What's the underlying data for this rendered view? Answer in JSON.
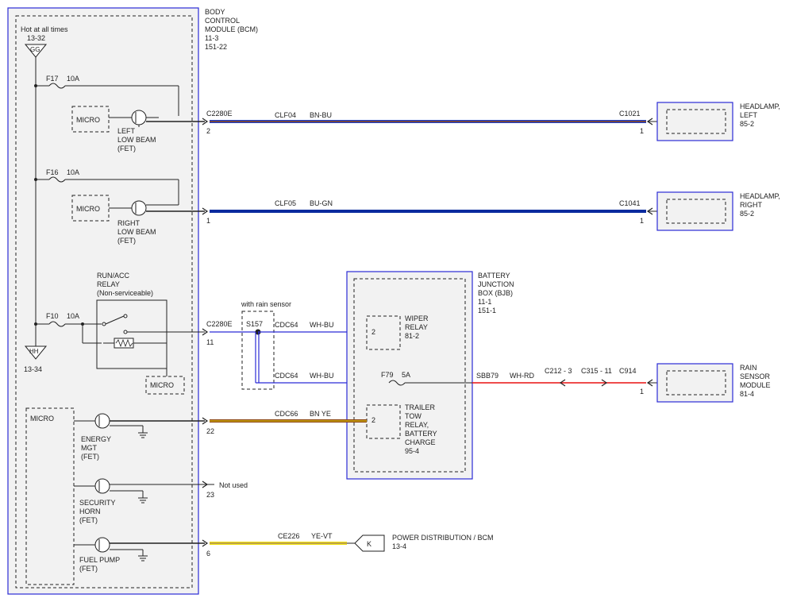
{
  "bcm": {
    "lines": [
      "BODY",
      "CONTROL",
      "MODULE (BCM)",
      "11-3",
      "151-22"
    ]
  },
  "power": {
    "hot_label": "Hot at all times",
    "top_ref": "13-32",
    "top_conn": "GG",
    "bottom_conn": "HH",
    "bottom_ref": "13-34"
  },
  "fuses": {
    "f17": "F17",
    "f17_rating": "10A",
    "f16": "F16",
    "f16_rating": "10A",
    "f10": "F10",
    "f10_rating": "10A",
    "f79": "F79",
    "f79_rating": "5A"
  },
  "micro_label": "MICRO",
  "fets": {
    "left_low_beam": [
      "LEFT",
      "LOW BEAM",
      "(FET)"
    ],
    "right_low_beam": [
      "RIGHT",
      "LOW BEAM",
      "(FET)"
    ],
    "energy_mgt": [
      "ENERGY",
      "MGT",
      "(FET)"
    ],
    "security_horn": [
      "SECURITY",
      "HORN",
      "(FET)"
    ],
    "fuel_pump": [
      "FUEL PUMP",
      "(FET)"
    ]
  },
  "relay": {
    "lines": [
      "RUN/ACC",
      "RELAY",
      "(Non-serviceable)"
    ]
  },
  "connectors": {
    "c2280e_top": "C2280E",
    "c2280e_mid": "C2280E",
    "pin_2": "2",
    "pin_1": "1",
    "pin_11": "11",
    "pin_22": "22",
    "pin_23": "23",
    "pin_6": "6",
    "not_used": "Not used",
    "c1021": "C1021",
    "c1021_pin": "1",
    "c1041": "C1041",
    "c1041_pin": "1",
    "c914": "C914",
    "c914_pin": "1",
    "c212": "C212 - 3",
    "c315": "C315 - 11"
  },
  "circuits": {
    "clf04": "CLF04",
    "clf04_color": "BN-BU",
    "clf05": "CLF05",
    "clf05_color": "BU-GN",
    "cdc64_top": "CDC64",
    "cdc64_top_color": "WH-BU",
    "cdc64_bottom": "CDC64",
    "cdc64_bottom_color": "WH-BU",
    "sbb79": "SBB79",
    "sbb79_color": "WH-RD",
    "cdc66": "CDC66",
    "cdc66_color": "BN YE",
    "ce226": "CE226",
    "ce226_color": "YE-VT"
  },
  "splice": {
    "option_label": "with rain sensor",
    "name": "S157"
  },
  "bjb": {
    "lines": [
      "BATTERY",
      "JUNCTION",
      "BOX (BJB)",
      "11-1",
      "151-1"
    ],
    "wiper_relay_pin": "2",
    "wiper_relay": [
      "WIPER",
      "RELAY",
      "81-2"
    ],
    "trailer_relay_pin": "2",
    "trailer_relay": [
      "TRAILER",
      "TOW",
      "RELAY,",
      "BATTERY",
      "CHARGE",
      "95-4"
    ]
  },
  "headlamp_left": [
    "HEADLAMP,",
    "LEFT",
    "85-2"
  ],
  "headlamp_right": [
    "HEADLAMP,",
    "RIGHT",
    "85-2"
  ],
  "rain_sensor": [
    "RAIN",
    "SENSOR",
    "MODULE",
    "81-4"
  ],
  "power_dist": {
    "conn": "K",
    "lines": [
      "POWER DISTRIBUTION / BCM",
      "13-4"
    ]
  },
  "colors": {
    "module_outline": "#2b2bd6",
    "module_fill": "#f2f2f2",
    "brown": "#8b4513",
    "blue": "#1c3fd0",
    "dark_blue": "#0a2a9e",
    "red": "#e81010",
    "yellow": "#f2e30f",
    "white_blue": "#5a5ae0"
  }
}
